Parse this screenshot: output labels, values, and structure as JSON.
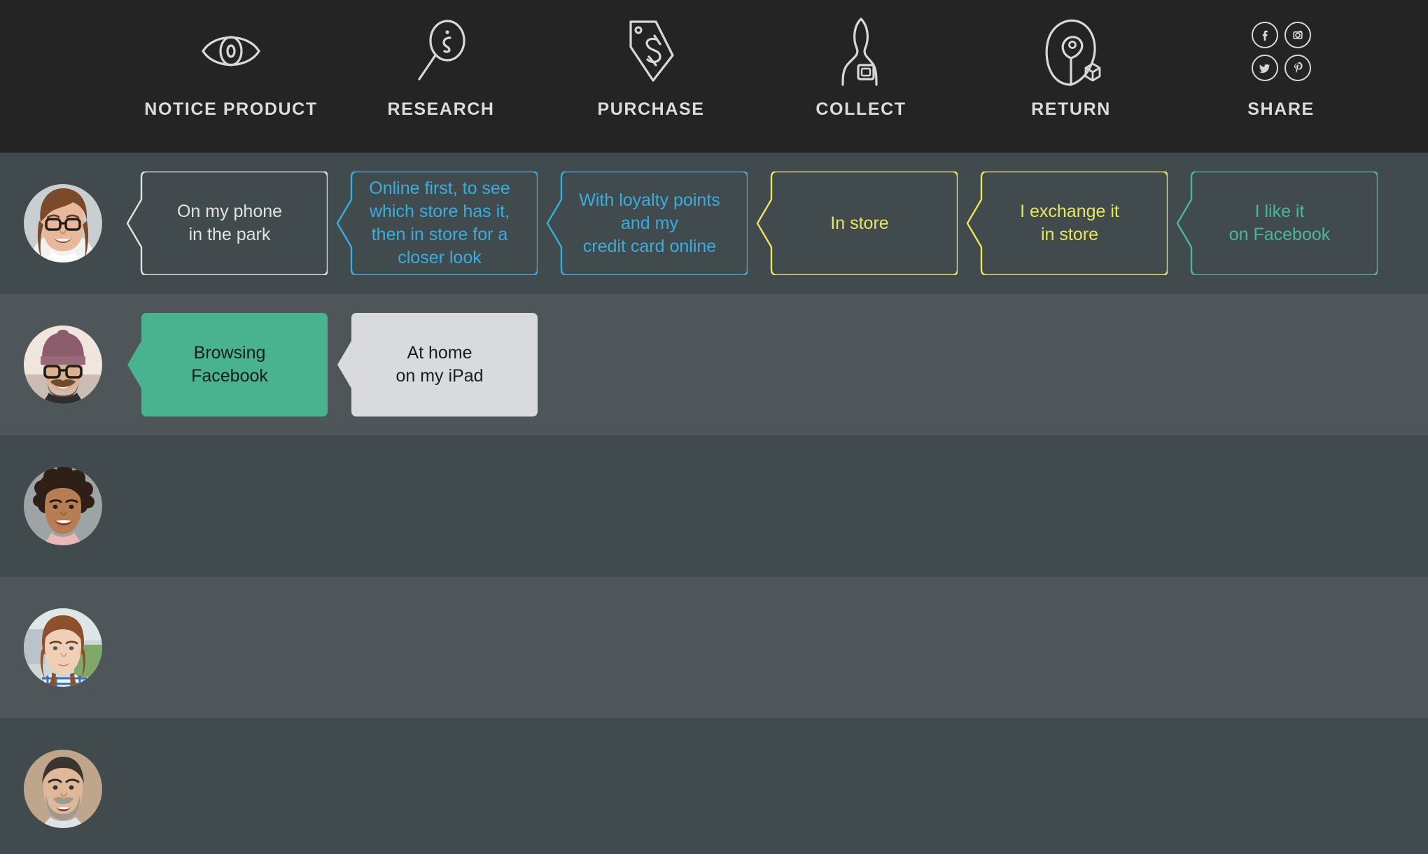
{
  "header": {
    "stages": [
      {
        "id": "notice-product",
        "label": "NOTICE PRODUCT",
        "icon": "eye-icon"
      },
      {
        "id": "research",
        "label": "RESEARCH",
        "icon": "magnifier-info-icon"
      },
      {
        "id": "purchase",
        "label": "PURCHASE",
        "icon": "price-tag-dollar-icon"
      },
      {
        "id": "collect",
        "label": "COLLECT",
        "icon": "person-package-icon"
      },
      {
        "id": "return",
        "label": "RETURN",
        "icon": "location-pin-box-icon"
      },
      {
        "id": "share",
        "label": "SHARE",
        "icon": "social-grid-icon"
      }
    ],
    "social_icons": [
      {
        "name": "facebook-icon",
        "glyph": "f"
      },
      {
        "name": "instagram-icon",
        "glyph": "instagram"
      },
      {
        "name": "twitter-icon",
        "glyph": "twitter"
      },
      {
        "name": "pinterest-icon",
        "glyph": "P"
      }
    ]
  },
  "colors": {
    "header_bg": "#242424",
    "row_dark": "#414a4d",
    "row_light": "#4e5659",
    "white": "#e2e2e2",
    "blue": "#3aade0",
    "yellow": "#eae55e",
    "teal": "#4bb79a",
    "green_fill": "#49b28e",
    "grey_fill": "#d8dadb",
    "text_dark": "#1d1d1d"
  },
  "rows": [
    {
      "id": "persona-1",
      "avatar": "avatar-woman-glasses",
      "cards": [
        {
          "stage": "notice-product",
          "text": "On my phone\nin the park",
          "style": "outline",
          "color": "#e2e2e2"
        },
        {
          "stage": "research",
          "text": "Online first, to see\nwhich store has it,\nthen in store for a\ncloser look",
          "style": "outline",
          "color": "#3aade0"
        },
        {
          "stage": "purchase",
          "text": "With loyalty points\nand my\ncredit card online",
          "style": "outline",
          "color": "#3aade0"
        },
        {
          "stage": "collect",
          "text": "In store",
          "style": "outline",
          "color": "#eae55e"
        },
        {
          "stage": "return",
          "text": "I exchange it\nin store",
          "style": "outline",
          "color": "#eae55e"
        },
        {
          "stage": "share",
          "text": "I like it\non Facebook",
          "style": "outline",
          "color": "#4bb79a"
        }
      ]
    },
    {
      "id": "persona-2",
      "avatar": "avatar-man-beanie",
      "cards": [
        {
          "stage": "notice-product",
          "text": "Browsing\nFacebook",
          "style": "filled",
          "color": "#49b28e"
        },
        {
          "stage": "research",
          "text": "At home\non my iPad",
          "style": "filled",
          "color": "#d8dadb"
        }
      ]
    },
    {
      "id": "persona-3",
      "avatar": "avatar-woman-curly",
      "cards": []
    },
    {
      "id": "persona-4",
      "avatar": "avatar-woman-braids",
      "cards": []
    },
    {
      "id": "persona-5",
      "avatar": "avatar-man-beard",
      "cards": []
    }
  ]
}
